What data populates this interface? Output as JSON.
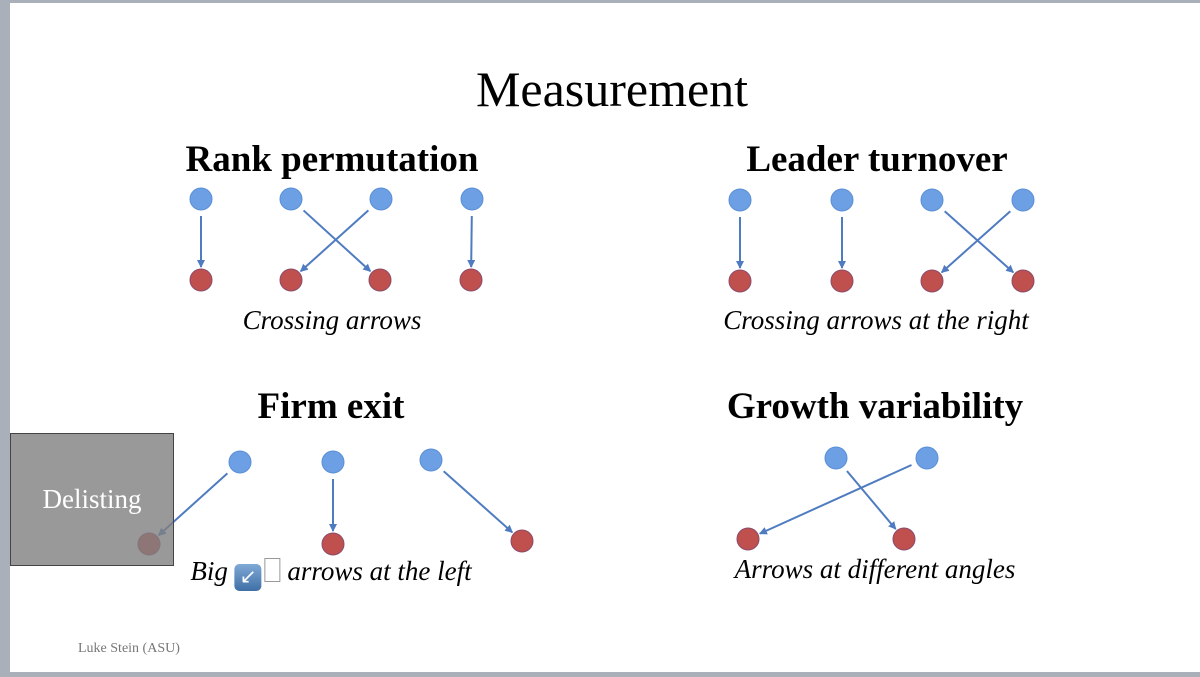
{
  "title": "Measurement",
  "panels": [
    {
      "heading": "Rank permutation",
      "caption": "Crossing arrows"
    },
    {
      "heading": "Leader turnover",
      "caption": "Crossing arrows at the right"
    },
    {
      "heading": "Firm exit",
      "caption_pre": "Big",
      "caption_post": "arrows at the left",
      "emoji": "↙"
    },
    {
      "heading": "Growth variability",
      "caption": "Arrows at different angles"
    }
  ],
  "delisting_label": "Delisting",
  "footer": "Luke Stein (ASU)",
  "colors": {
    "blue": "#6c9fe3",
    "red": "#c0504d",
    "arrow": "#4f7cc0"
  }
}
